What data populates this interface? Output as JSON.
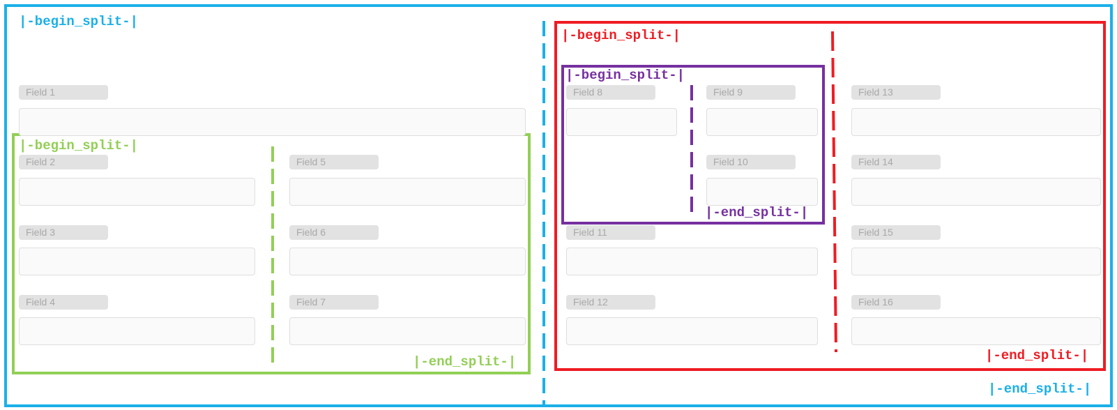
{
  "colors": {
    "outer": "#1bb0e8",
    "green": "#92cf55",
    "red": "#ef1c23",
    "purple": "#7630a0",
    "label_bg": "#e2e2e2",
    "label_text": "#a8a8a8",
    "input_bg": "#fafafa",
    "input_border": "#dedede"
  },
  "markers": {
    "begin": "|-begin_split-|",
    "end": "|-end_split-|"
  },
  "fields": {
    "f1": "Field 1",
    "f2": "Field 2",
    "f3": "Field 3",
    "f4": "Field 4",
    "f5": "Field 5",
    "f6": "Field 6",
    "f7": "Field 7",
    "f8": "Field 8",
    "f9": "Field 9",
    "f10": "Field 10",
    "f11": "Field 11",
    "f12": "Field 12",
    "f13": "Field 13",
    "f14": "Field 14",
    "f15": "Field 15",
    "f16": "Field 16"
  }
}
